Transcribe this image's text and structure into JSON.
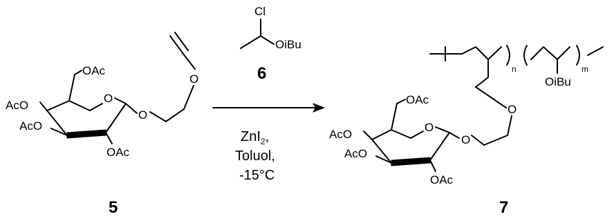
{
  "reactant": {
    "number": "5",
    "groups": {
      "oac_top": "OAc",
      "aco_left": "AcO",
      "aco_lower": "AcO",
      "oac_bottom": "OAc",
      "ring_o": "O",
      "gly_o": "O",
      "vinyl_o": "O"
    }
  },
  "reagent": {
    "number": "6",
    "cl": "Cl",
    "oibu": "OiBu"
  },
  "conditions": {
    "line1": "ZnI",
    "line1_sub": "2",
    "line1_tail": ",",
    "line2": "Toluol,",
    "line3": "-15°C"
  },
  "product": {
    "number": "7",
    "n": "n",
    "m": "m",
    "oibu": "OiBu",
    "groups": {
      "oac_top": "OAc",
      "aco_left": "AcO",
      "aco_lower": "AcO",
      "oac_bottom": "OAc",
      "ring_o": "O",
      "gly_o": "O",
      "chain_o": "O"
    }
  }
}
